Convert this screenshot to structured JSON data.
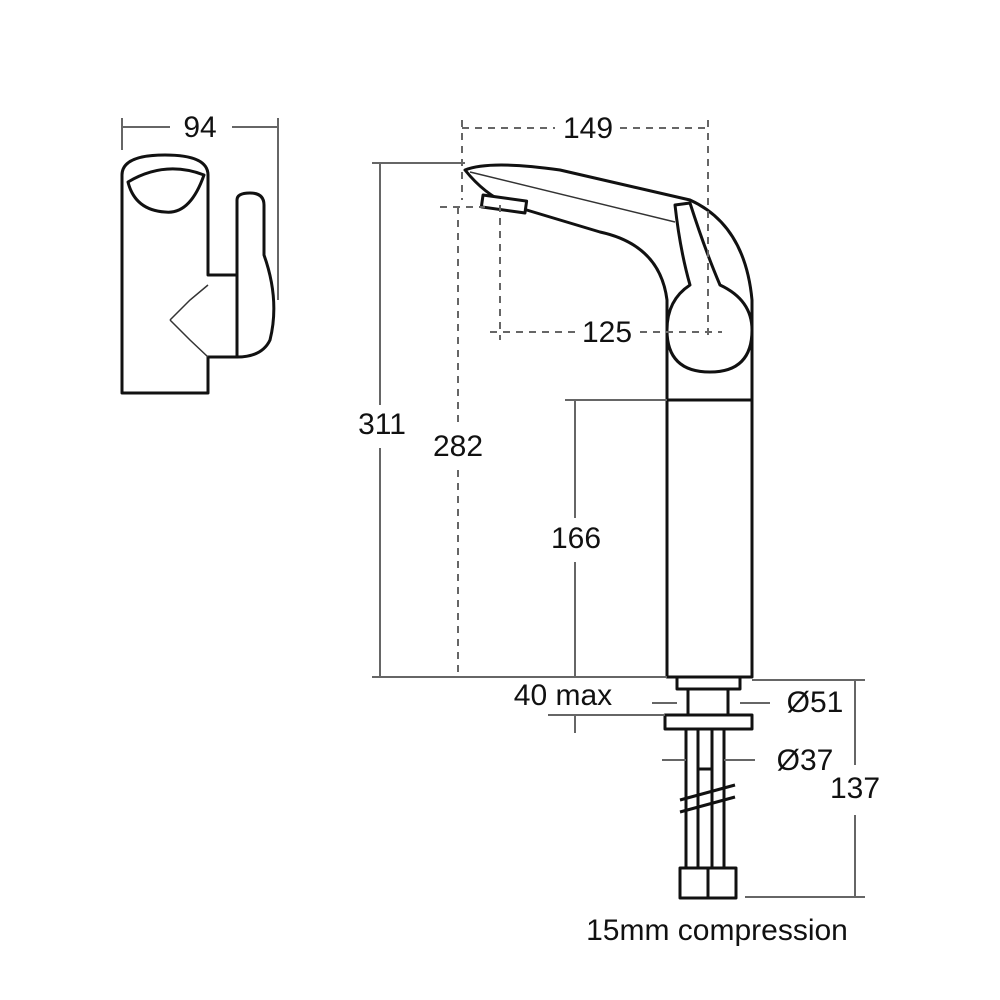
{
  "drawing": {
    "title": "Basin mixer tap dimension drawing",
    "side_view": {
      "width": "94"
    },
    "front_view": {
      "spout_reach": "149",
      "handle_offset": "125",
      "total_height": "311",
      "spout_height": "282",
      "body_height": "166",
      "deck_thickness": "40 max",
      "base_diameter": "Ø51",
      "shank_diameter": "Ø37",
      "tail_length": "137",
      "connection": "15mm compression"
    }
  }
}
